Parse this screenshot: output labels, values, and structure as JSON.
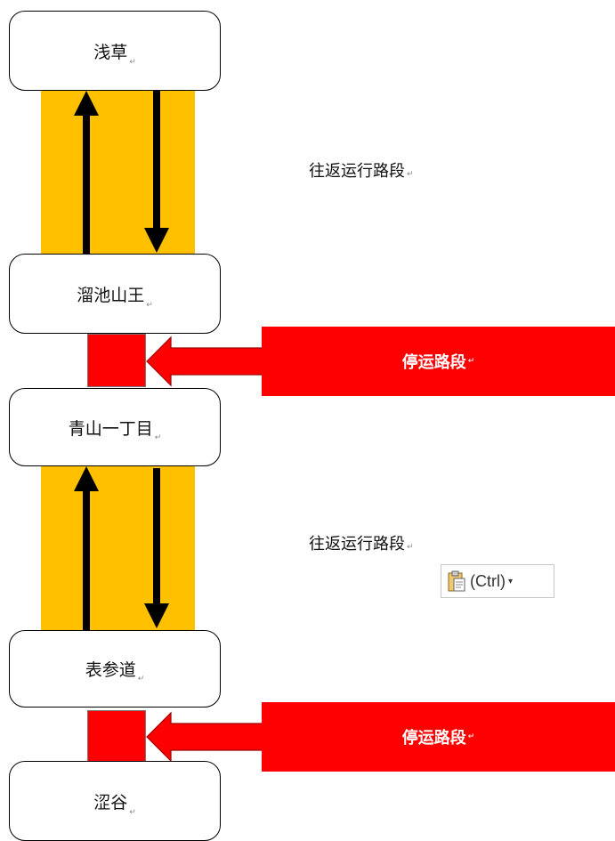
{
  "stations": [
    {
      "name": "浅草"
    },
    {
      "name": "溜池山王"
    },
    {
      "name": "青山一丁目"
    },
    {
      "name": "表参道"
    },
    {
      "name": "涩谷"
    }
  ],
  "segments": [
    {
      "label": "往返运行路段"
    },
    {
      "label": "往返运行路段"
    }
  ],
  "stops": [
    {
      "label": "停运路段"
    },
    {
      "label": "停运路段"
    }
  ],
  "paragraph_mark": "↵",
  "paste_options": {
    "label": "(Ctrl)",
    "icon": "clipboard-icon",
    "dropdown_icon": "dropdown-arrow-icon"
  },
  "colors": {
    "segment": "#ffc000",
    "stop": "#ff0000",
    "arrow": "#000000"
  }
}
